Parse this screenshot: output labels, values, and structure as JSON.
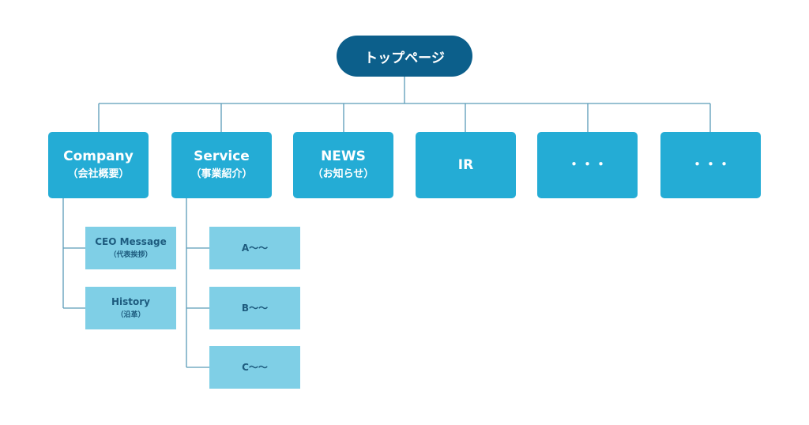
{
  "root": {
    "label": "トップページ"
  },
  "sections": [
    {
      "label": "Company",
      "sub": "（会社概要）"
    },
    {
      "label": "Service",
      "sub": "（事業紹介）"
    },
    {
      "label": "NEWS",
      "sub": "（お知らせ）"
    },
    {
      "label": "IR",
      "sub": ""
    },
    {
      "label": "・・・",
      "sub": ""
    },
    {
      "label": "・・・",
      "sub": ""
    }
  ],
  "company_children": [
    {
      "label": "CEO Message",
      "sub": "（代表挨拶）"
    },
    {
      "label": "History",
      "sub": "（沿革）"
    }
  ],
  "service_children": [
    {
      "label": "A〜〜"
    },
    {
      "label": "B〜〜"
    },
    {
      "label": "C〜〜"
    }
  ],
  "colors": {
    "root": "#0c5f8b",
    "section": "#24acd5",
    "subpage": "#7fcfe6",
    "subpage_text": "#1d5b7e",
    "connector": "#5a9cb8"
  }
}
